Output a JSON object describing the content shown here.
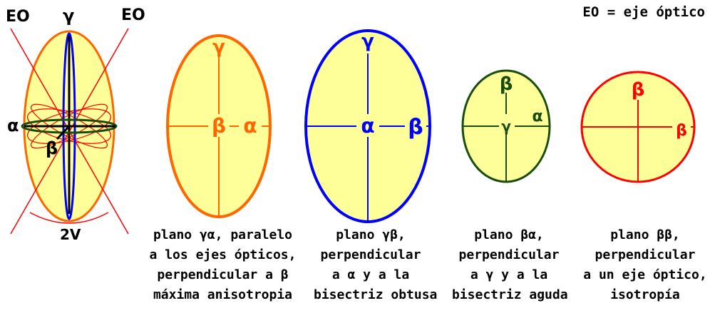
{
  "legend": "EO = eje óptico",
  "figure1": {
    "eo_left": "EO",
    "eo_right": "EO",
    "gamma": "γ",
    "alpha": "α",
    "beta": "β",
    "angle": "2V"
  },
  "ellipses": [
    {
      "id": "ga",
      "top": "γ",
      "center": "β",
      "right": "α",
      "color": "#ff6600"
    },
    {
      "id": "gb",
      "top": "γ",
      "center": "α",
      "right": "β",
      "color": "#0000ff"
    },
    {
      "id": "ba",
      "top": "β",
      "center": "γ",
      "right": "α",
      "color": "#1a4d0d"
    },
    {
      "id": "bb",
      "top": "β",
      "right": "β",
      "color": "#ff0000"
    }
  ],
  "captions": [
    {
      "lines": [
        "plano γα, paralelo",
        "a los ejes ópticos,",
        "perpendicular a β",
        "máxima anisotropia"
      ]
    },
    {
      "lines": [
        "plano γβ,",
        "perpendicular",
        "a α y a la",
        "bisectriz obtusa"
      ]
    },
    {
      "lines": [
        "plano βα,",
        "perpendicular",
        "a γ y a la",
        "bisectriz aguda"
      ]
    },
    {
      "lines": [
        "plano ββ,",
        "perpendicular",
        "a un eje óptico,",
        "isotropía"
      ]
    }
  ],
  "colors": {
    "fill": "#ffff99",
    "red": "#ff0000",
    "orange": "#ff6600",
    "blue": "#0000ff",
    "green": "#1a4d0d"
  }
}
